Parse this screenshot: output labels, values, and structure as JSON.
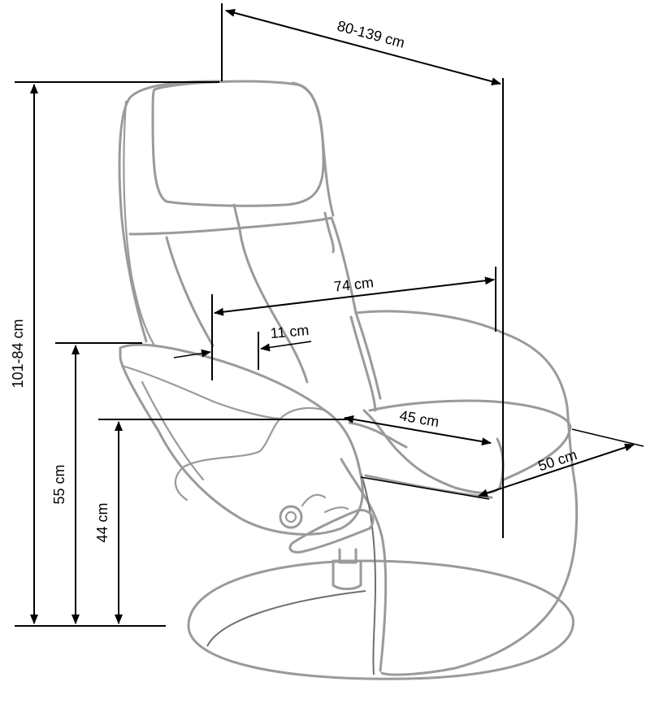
{
  "dimensions": {
    "depth_reclined": "80-139 cm",
    "height": "101-84 cm",
    "seat_to_armrest_height": "55 cm",
    "seat_height": "44 cm",
    "width": "74 cm",
    "armrest_width": "11 cm",
    "seat_depth": "45 cm",
    "seat_width": "50 cm"
  },
  "colors": {
    "outline": "#9a9a9a",
    "dimension_lines": "#000000"
  }
}
